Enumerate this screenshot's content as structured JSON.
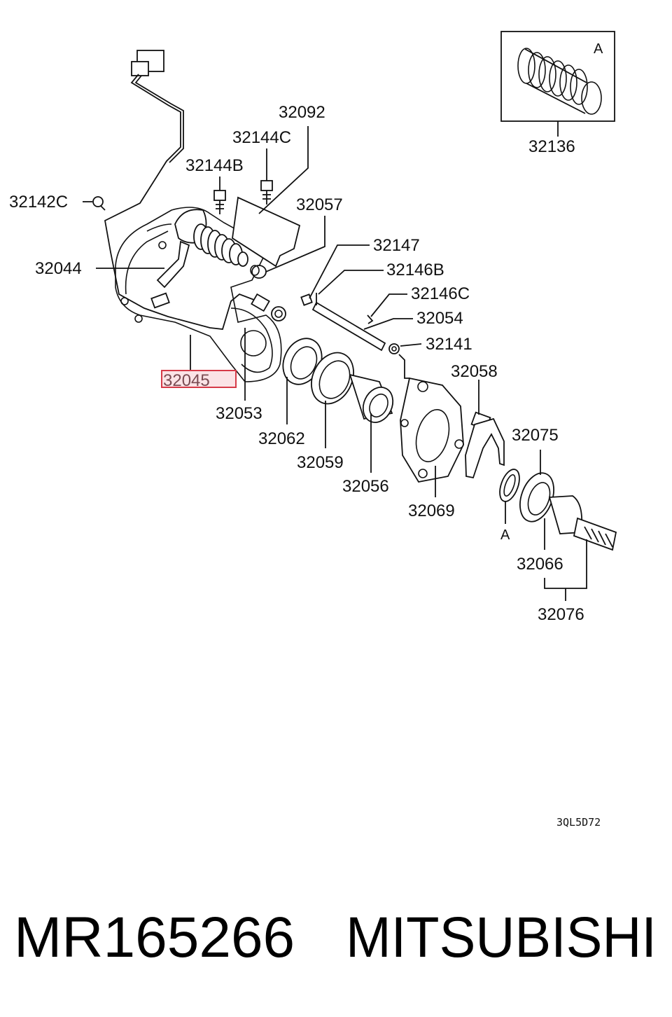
{
  "diagram": {
    "labels": {
      "p32092": "32092",
      "p32144C": "32144C",
      "p32144B": "32144B",
      "p32142C": "32142C",
      "p32057": "32057",
      "p32044": "32044",
      "p32147": "32147",
      "p32146B": "32146B",
      "p32146C": "32146C",
      "p32054": "32054",
      "p32141": "32141",
      "p32045": "32045",
      "p32058": "32058",
      "p32053": "32053",
      "p32062": "32062",
      "p32075": "32075",
      "p32059": "32059",
      "p32056": "32056",
      "p32069": "32069",
      "p32066": "32066",
      "p32076": "32076",
      "p32136": "32136",
      "inset_letter": "A",
      "callout_letter": "A"
    },
    "highlighted_part": "32045",
    "drawing_code": "3QL5D72"
  },
  "footer": {
    "part_number": "MR165266",
    "brand": "MITSUBISHI"
  },
  "colors": {
    "highlight_fill": "#fbe3e6",
    "highlight_border": "#d63a48",
    "line": "#111111"
  }
}
